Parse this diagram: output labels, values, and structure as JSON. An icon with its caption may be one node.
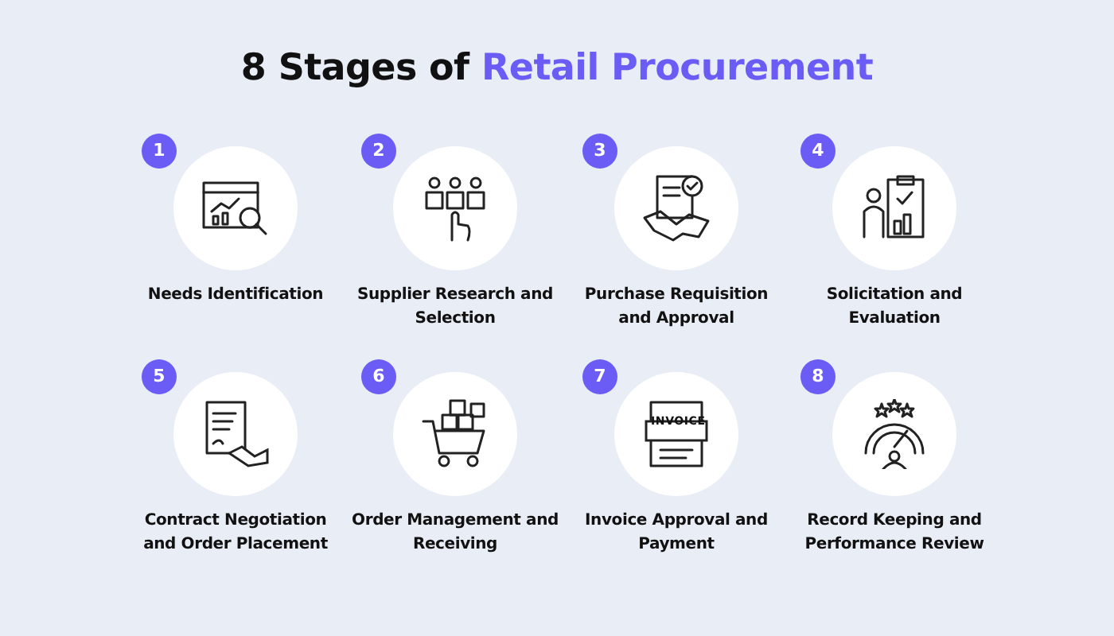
{
  "diagram": {
    "title": "8 Stages of **Retail Procurement**",
    "nodes": [
      {
        "text": [
          "1",
          "Needs Identification"
        ]
      },
      {
        "text": [
          "2",
          "Supplier Research and Selection"
        ]
      },
      {
        "text": [
          "3",
          "Purchase Requisition and Approval"
        ]
      },
      {
        "text": [
          "4",
          "Solicitation and Evaluation"
        ]
      },
      {
        "text": [
          "5",
          "Contract Negotiation and Order Placement"
        ]
      },
      {
        "text": [
          "6",
          "Order Management and Receiving"
        ]
      },
      {
        "text": [
          "7",
          "Invoice Approval and Payment"
        ]
      },
      {
        "text": [
          "8",
          "Record Keeping and Performance Review"
        ]
      }
    ],
    "labels": [
      "INVOICE"
    ]
  }
}
